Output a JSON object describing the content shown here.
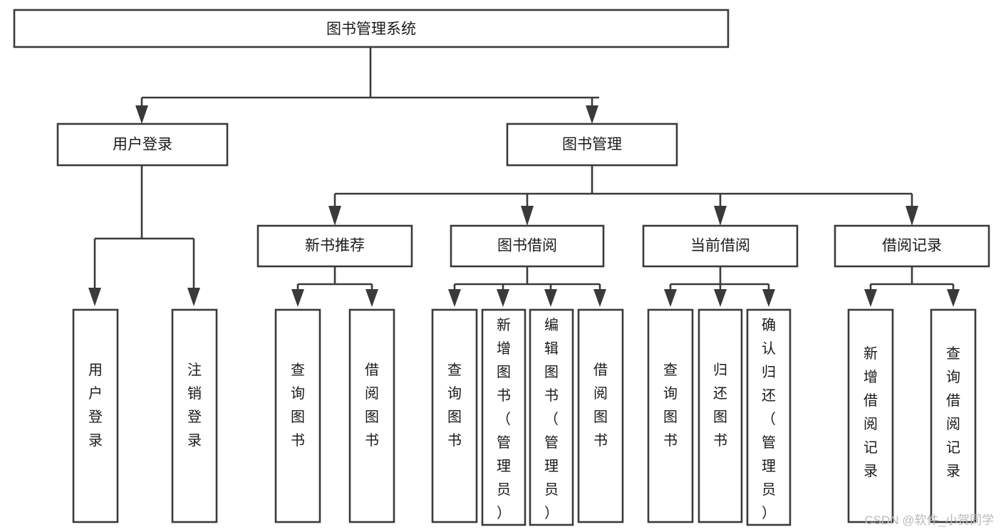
{
  "diagram": {
    "type": "tree",
    "title": "图书管理系统",
    "watermark": "CSDN @软件_小贺同学",
    "colors": {
      "stroke": "#3a3a3a",
      "fill": "#ffffff",
      "text": "#1a1a1a",
      "watermark": "#b9b9b9"
    },
    "levels": {
      "root": {
        "label": "图书管理系统"
      },
      "level1": [
        {
          "label": "用户登录"
        },
        {
          "label": "图书管理"
        }
      ],
      "level2": [
        {
          "label": "新书推荐"
        },
        {
          "label": "图书借阅"
        },
        {
          "label": "当前借阅"
        },
        {
          "label": "借阅记录"
        }
      ]
    },
    "leaves": {
      "user_login": [
        {
          "label": "用户登录"
        },
        {
          "label": "注销登录"
        }
      ],
      "new_book_recommend": [
        {
          "label": "查询图书"
        },
        {
          "label": "借阅图书"
        }
      ],
      "book_borrow": [
        {
          "label": "查询图书"
        },
        {
          "label": "新增图书（管理员）"
        },
        {
          "label": "编辑图书（管理员）"
        },
        {
          "label": "借阅图书"
        }
      ],
      "current_borrow": [
        {
          "label": "查询图书"
        },
        {
          "label": "归还图书"
        },
        {
          "label": "确认归还（管理员）"
        }
      ],
      "borrow_record": [
        {
          "label": "新增借阅记录"
        },
        {
          "label": "查询借阅记录"
        }
      ]
    }
  }
}
